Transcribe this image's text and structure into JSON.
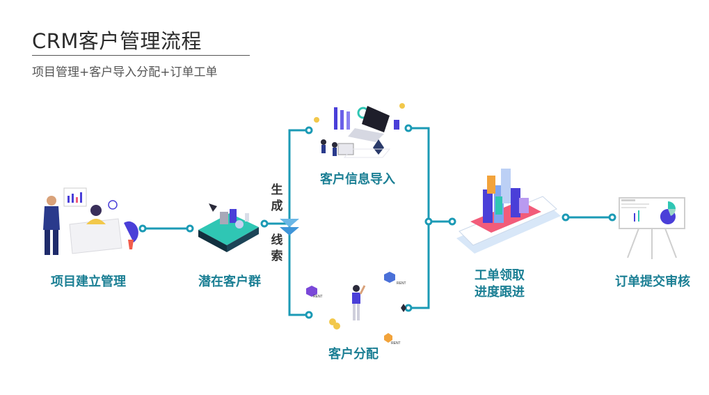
{
  "header": {
    "title": "CRM客户管理流程",
    "subtitle": "项目管理+客户导入分配+订单工单"
  },
  "nodes": {
    "project": "项目建立管理",
    "potential": "潜在客户群",
    "import": "客户信息导入",
    "assign": "客户分配",
    "workorder_line1": "工单领取",
    "workorder_line2": "进度跟进",
    "order": "订单提交审核"
  },
  "branch_label": {
    "top_1": "生",
    "top_2": "成",
    "bottom_1": "线",
    "bottom_2": "索"
  },
  "badges": [
    "RENT",
    "RENT",
    "RENT"
  ],
  "colors": {
    "connector": "#1b9ab5",
    "label": "#1b7f94",
    "accent_purple": "#4a3fd8",
    "accent_teal": "#2fc6b4"
  }
}
